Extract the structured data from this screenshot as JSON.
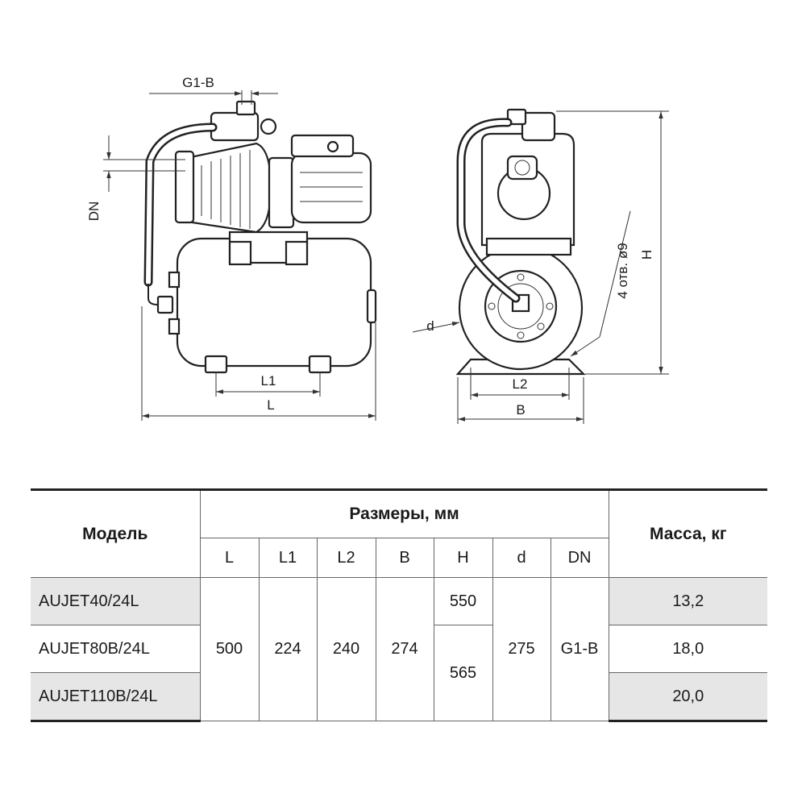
{
  "drawing": {
    "labels": {
      "g1b": "G1-B",
      "dn": "DN",
      "l1": "L1",
      "l": "L",
      "l2": "L2",
      "b": "B",
      "d": "d",
      "h": "H",
      "holes": "4 отв. ø9"
    }
  },
  "table": {
    "model_header": "Модель",
    "dimensions_header": "Размеры, мм",
    "mass_header": "Масса, кг",
    "columns": [
      "L",
      "L1",
      "L2",
      "B",
      "H",
      "d",
      "DN"
    ],
    "models": [
      "AUJET40/24L",
      "AUJET80B/24L",
      "AUJET110B/24L"
    ],
    "L": "500",
    "L1": "224",
    "L2": "240",
    "B": "274",
    "H_values": [
      "550",
      "565"
    ],
    "d": "275",
    "DN": "G1-B",
    "masses": [
      "13,2",
      "18,0",
      "20,0"
    ]
  }
}
